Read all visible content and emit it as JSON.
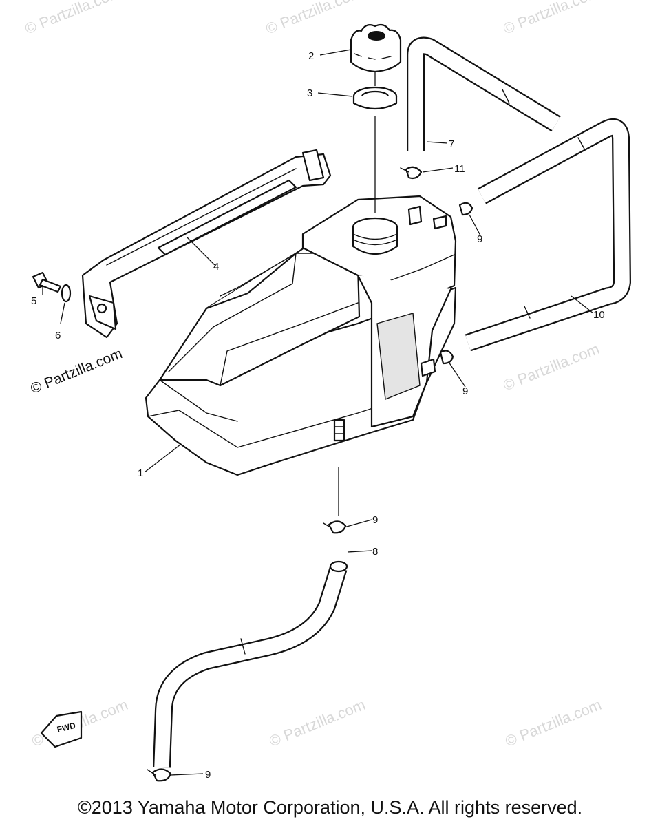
{
  "callouts": {
    "c1": "1",
    "c2": "2",
    "c3": "3",
    "c4": "4",
    "c5": "5",
    "c6": "6",
    "c7": "7",
    "c8": "8",
    "c9a": "9",
    "c9b": "9",
    "c9c": "9",
    "c9d": "9",
    "c10": "10",
    "c11": "11"
  },
  "watermark": "© Partzilla.com",
  "front_label": "FWD",
  "copyright": "©2013 Yamaha Motor Corporation, U.S.A. All rights reserved."
}
